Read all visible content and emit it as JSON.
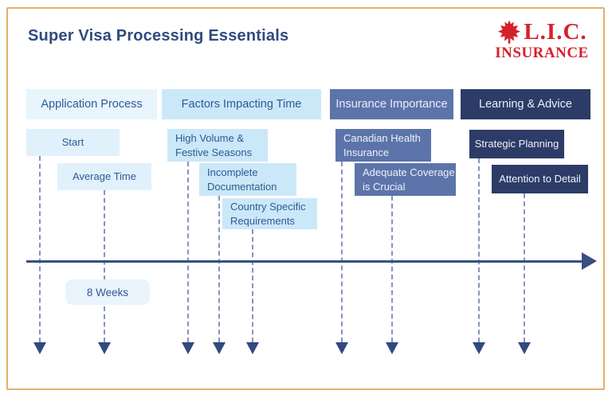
{
  "page": {
    "title": "Super Visa Processing Essentials"
  },
  "logo": {
    "name": "L.I.C. Insurance",
    "line1": "L.I.C.",
    "line2": "INSURANCE",
    "icon": "maple-leaf-icon",
    "brand_color": "#d6212a"
  },
  "columns": [
    {
      "header": "Application Process",
      "items": [
        "Start",
        "Average Time"
      ]
    },
    {
      "header": "Factors Impacting Time",
      "items": [
        "High Volume & Festive Seasons",
        "Incomplete Documentation",
        "Country Specific Requirements"
      ]
    },
    {
      "header": "Insurance Importance",
      "items": [
        "Canadian Health Insurance",
        "Adequate Coverage is Crucial"
      ]
    },
    {
      "header": "Learning & Advice",
      "items": [
        "Strategic Planning",
        "Attention to Detail"
      ]
    }
  ],
  "timeline": {
    "duration_label": "8 Weeks"
  },
  "colors": {
    "frame_border": "#e2b069",
    "title_text": "#2f4b7d",
    "lightest_blue": "#e8f5fd",
    "light_blue": "#cbe8f8",
    "medium_blue": "#5c74a9",
    "dark_navy": "#2c3c67",
    "timeline": "#3a4e80",
    "dashed_connector": "#8493c1",
    "box_text_dark": "#2d5a96",
    "box_text_light": "#edf2fb"
  }
}
